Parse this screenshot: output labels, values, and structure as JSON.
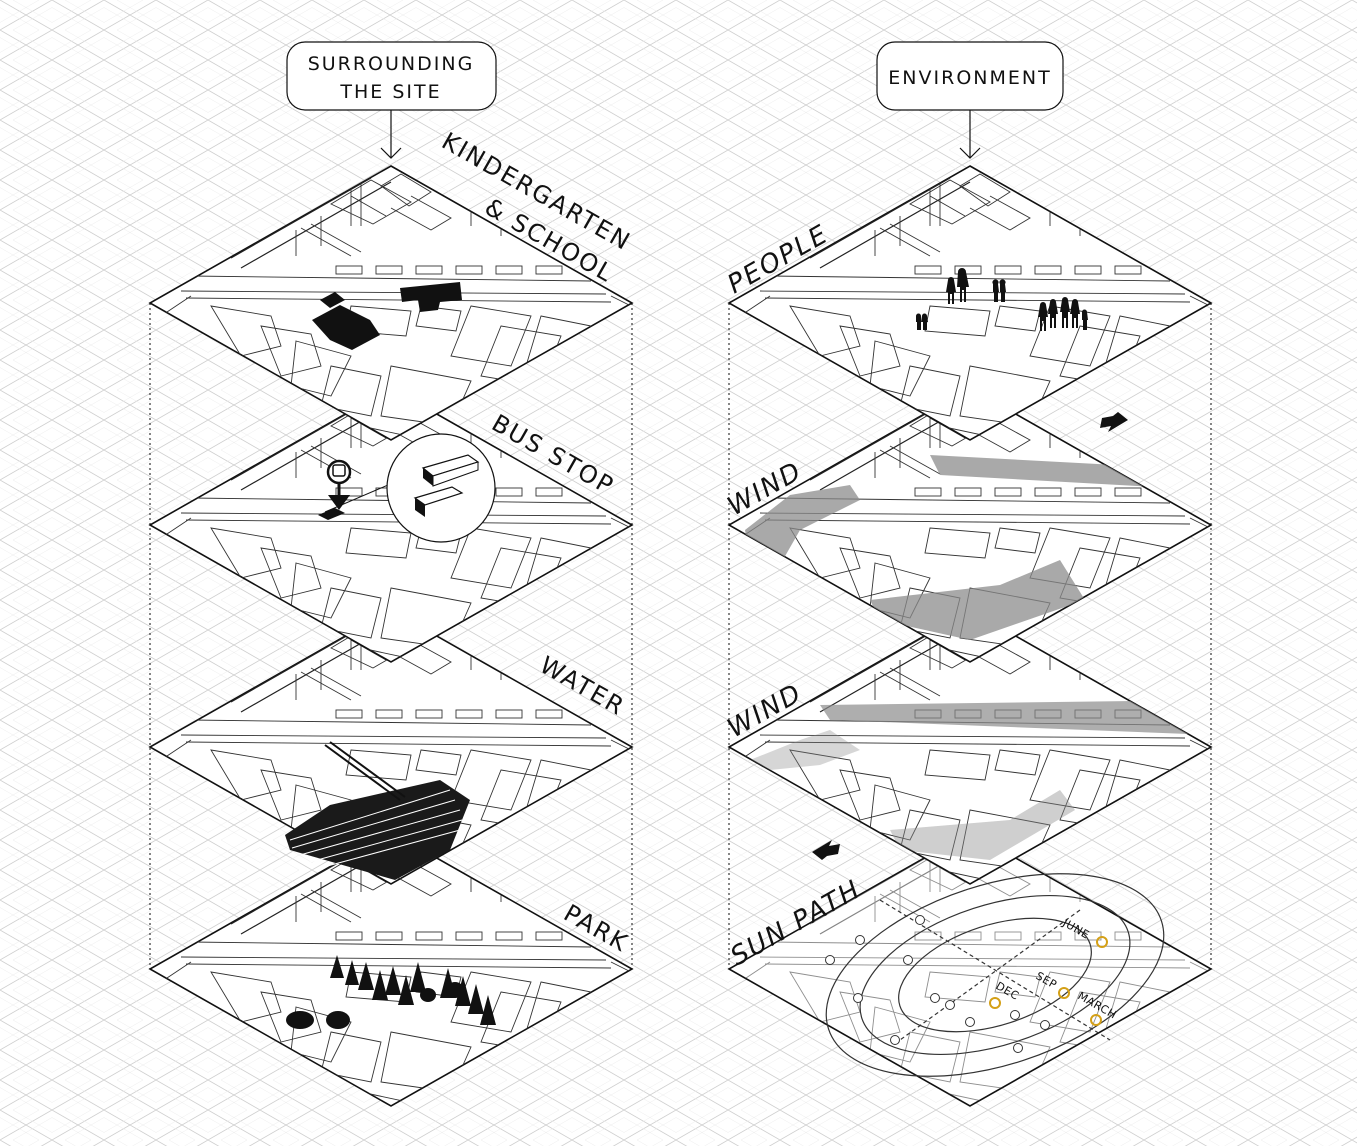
{
  "columns": {
    "left": {
      "header": [
        "SURROUNDING",
        "THE SITE"
      ],
      "layers": [
        {
          "key": "school",
          "lines": [
            "KINDERGARTEN",
            "& SCHOOL"
          ]
        },
        {
          "key": "bus",
          "lines": [
            "BUS STOP"
          ]
        },
        {
          "key": "water",
          "lines": [
            "WATER"
          ]
        },
        {
          "key": "park",
          "lines": [
            "PARK"
          ]
        }
      ]
    },
    "right": {
      "header": [
        "ENVIRONMENT"
      ],
      "layers": [
        {
          "key": "people",
          "lines": [
            "PEOPLE"
          ]
        },
        {
          "key": "wind1",
          "lines": [
            "WIND"
          ]
        },
        {
          "key": "wind2",
          "lines": [
            "WIND"
          ]
        },
        {
          "key": "sun",
          "lines": [
            "SUN PATH"
          ]
        }
      ]
    }
  },
  "sun_path_labels": [
    "JUNE",
    "SEP",
    "MARCH",
    "DEC"
  ],
  "colors": {
    "grid": "#c9c9c9",
    "plate_stroke": "#111111",
    "wind_shade": "#8c8c8c",
    "sun_marker": "#d4a017"
  }
}
